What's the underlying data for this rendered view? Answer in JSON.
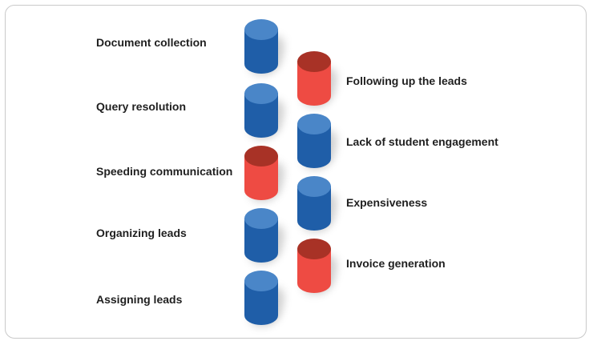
{
  "colors": {
    "blue_top": "#4a86c8",
    "blue_body": "#1f5ea8",
    "red_top": "#a83226",
    "red_body": "#ee4b43"
  },
  "left_items": [
    {
      "label": "Document collection",
      "status": "blue"
    },
    {
      "label": "Query resolution",
      "status": "blue"
    },
    {
      "label": "Speeding communication",
      "status": "red"
    },
    {
      "label": "Organizing leads",
      "status": "blue"
    },
    {
      "label": "Assigning leads",
      "status": "blue"
    }
  ],
  "right_items": [
    {
      "label": "Following up the leads",
      "status": "red"
    },
    {
      "label": "Lack of student engagement",
      "status": "blue"
    },
    {
      "label": "Expensiveness",
      "status": "blue"
    },
    {
      "label": "Invoice generation",
      "status": "red"
    }
  ]
}
